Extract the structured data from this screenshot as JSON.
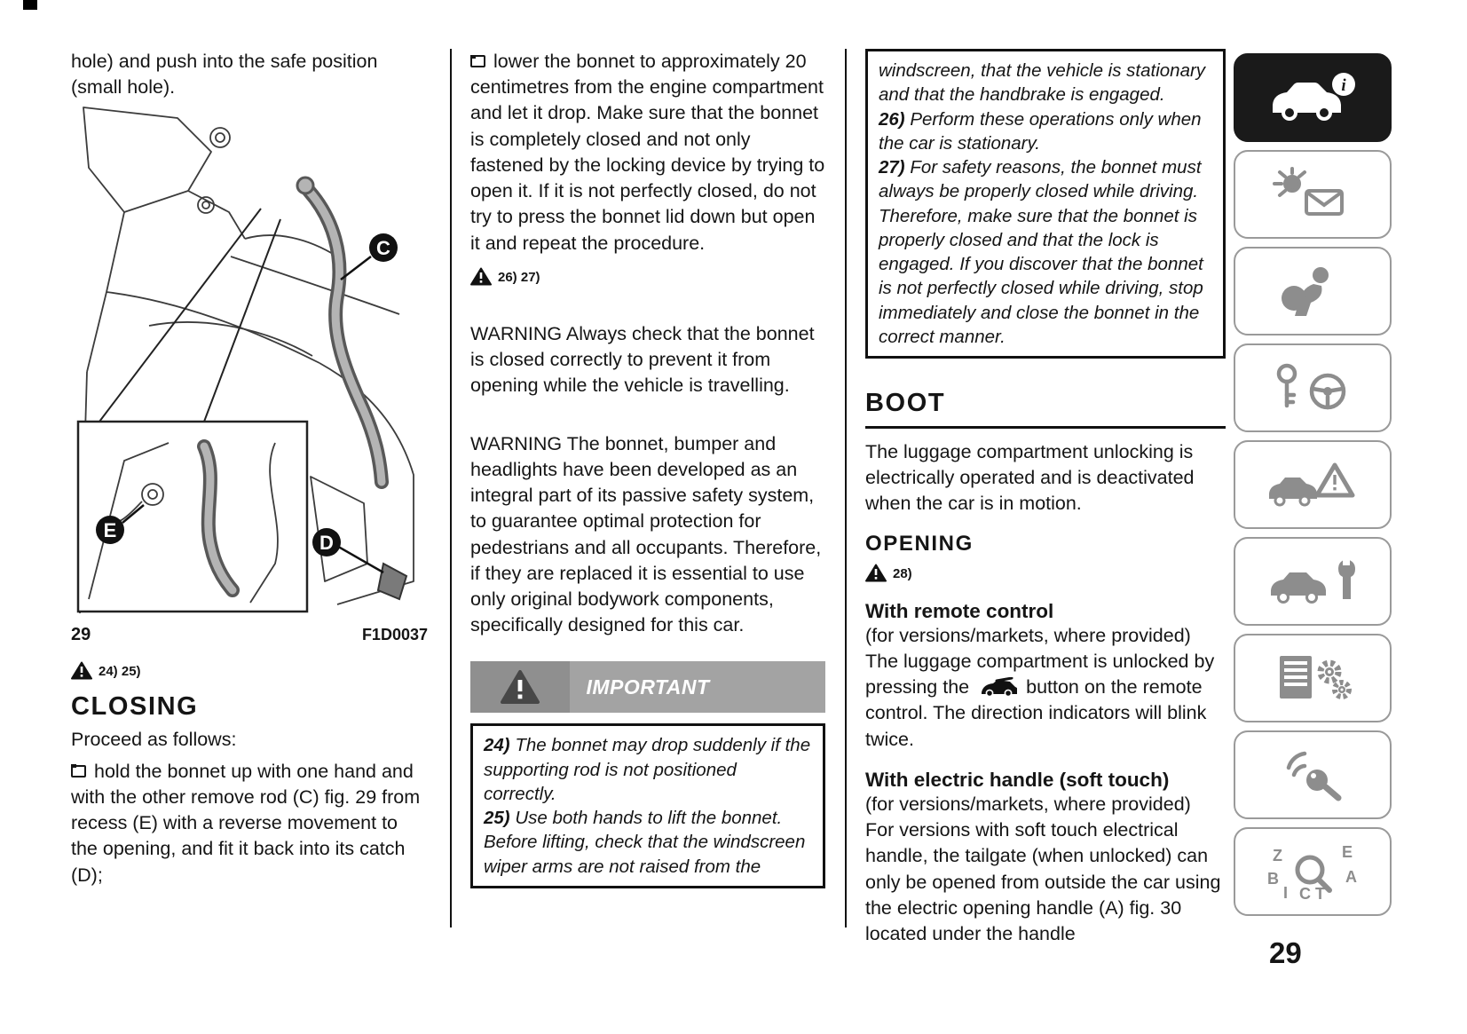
{
  "page": {
    "number": "29"
  },
  "left_column": {
    "intro": "hole) and push into the safe position (small hole).",
    "figure": {
      "number": "29",
      "code": "F1D0037",
      "labels": [
        "C",
        "D",
        "E"
      ]
    },
    "warning_refs": "24) 25)",
    "closing_heading": "CLOSING",
    "proceed": "Proceed as follows:",
    "bullet": "hold the bonnet up with one hand and with the other remove rod (C) fig. 29 from recess (E) with a reverse movement to the opening, and fit it back into its catch (D);"
  },
  "middle_column": {
    "bullet": "lower the bonnet to approximately 20 centimetres from the engine compartment and let it drop. Make sure that the bonnet is completely closed and not only fastened by the locking device by trying to open it. If it is not perfectly closed, do not try to press the bonnet lid down but open it and repeat the procedure.",
    "warning_refs": "26) 27)",
    "warning_paragraph_1": "WARNING Always check that the bonnet is closed correctly to prevent it from opening while the vehicle is travelling.",
    "warning_paragraph_2": "WARNING The bonnet, bumper and headlights have been developed as an integral part of its passive safety system, to guarantee optimal protection for pedestrians and all occupants. Therefore, if they are replaced it is essential to use only original bodywork components, specifically designed for this car.",
    "important_label": "IMPORTANT",
    "notes": [
      {
        "num": "24)",
        "text": "The bonnet may drop suddenly if the supporting rod is not positioned correctly."
      },
      {
        "num": "25)",
        "text": "Use both hands to lift the bonnet. Before lifting, check that the windscreen wiper arms are not raised from the"
      }
    ]
  },
  "right_column": {
    "notes_continued": [
      {
        "num": "",
        "text": "windscreen, that the vehicle is stationary and that the handbrake is engaged."
      },
      {
        "num": "26)",
        "text": "Perform these operations only when the car is stationary."
      },
      {
        "num": "27)",
        "text": "For safety reasons, the bonnet must always be properly closed while driving. Therefore, make sure that the bonnet is properly closed and that the lock is engaged. If you discover that the bonnet is not perfectly closed while driving, stop immediately and close the bonnet in the correct manner."
      }
    ],
    "boot_heading": "BOOT",
    "boot_intro": "The luggage compartment unlocking is electrically operated and is deactivated when the car is in motion.",
    "opening_heading": "OPENING",
    "warning_refs": "28)",
    "remote_heading": "With remote control",
    "remote_provided": "(for versions/markets, where provided)",
    "remote_text_before_icon": "The luggage compartment is unlocked by pressing the",
    "remote_text_after_icon": "button on the remote control. The direction indicators will blink twice.",
    "handle_heading": "With electric handle (soft touch)",
    "handle_provided": "(for versions/markets, where provided)",
    "handle_text": "For versions with soft touch electrical handle, the tailgate (when unlocked) can only be opened from outside the car using the electric opening handle (A) fig. 30 located under the handle"
  },
  "sidebar": {
    "info_letter": "i",
    "index_letters": [
      "Z",
      "E",
      "B",
      "A",
      "I",
      "C",
      "T"
    ],
    "items": [
      {
        "id": "knowing-your-car",
        "active": true
      },
      {
        "id": "dashboard-and-messages",
        "active": false
      },
      {
        "id": "safety",
        "active": false
      },
      {
        "id": "starting-and-driving",
        "active": false
      },
      {
        "id": "in-an-emergency",
        "active": false
      },
      {
        "id": "servicing-and-care",
        "active": false
      },
      {
        "id": "technical-data",
        "active": false
      },
      {
        "id": "multimedia",
        "active": false
      },
      {
        "id": "index",
        "active": false
      }
    ]
  },
  "colors": {
    "text": "#151515",
    "sidebar_icon": "#8d8d8d",
    "important_bar": "#a3a3a3"
  }
}
